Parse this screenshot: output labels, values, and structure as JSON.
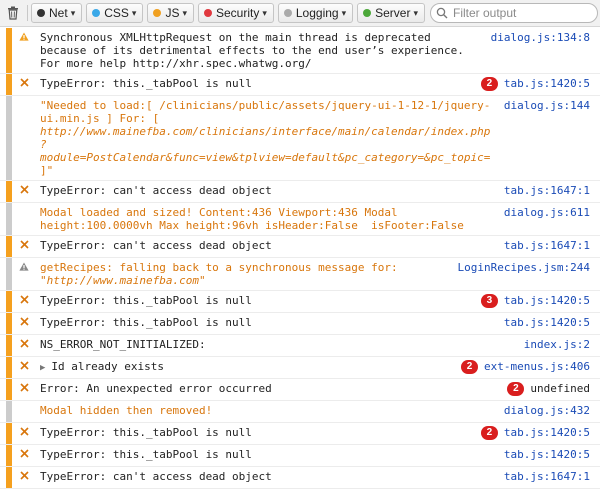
{
  "toolbar": {
    "filters": [
      {
        "label": "Net",
        "color": "#333333"
      },
      {
        "label": "CSS",
        "color": "#3aa8e8"
      },
      {
        "label": "JS",
        "color": "#f0a020"
      },
      {
        "label": "Security",
        "color": "#e0383e"
      },
      {
        "label": "Logging",
        "color": "#aaaaaa"
      },
      {
        "label": "Server",
        "color": "#4ca83a"
      }
    ],
    "search_placeholder": "Filter output"
  },
  "colors": {
    "error_stripe": "#f5a01e",
    "warning_stripe": "#cccccc",
    "orange_text": "#d8760c",
    "link_blue": "#1a4bb6",
    "badge_red": "#d91e1e"
  },
  "entries": [
    {
      "sev": "warn",
      "stripe": "orange",
      "style": "normal",
      "msg": "Synchronous XMLHttpRequest on the main thread is deprecated because of its detrimental effects to the end user’s experience. For more help http://xhr.spec.whatwg.org/",
      "count": "",
      "loc": "dialog.js:134:8"
    },
    {
      "sev": "error",
      "stripe": "orange",
      "style": "normal",
      "msg": "TypeError: this._tabPool is null",
      "count": "2",
      "loc": "tab.js:1420:5"
    },
    {
      "sev": "none",
      "stripe": "gray",
      "style": "orange",
      "msg": "\"Needed to load:[ /clinicians/public/assets/jquery-ui-1-12-1/jquery-ui.min.js ] For: [ ",
      "link": "http://www.mainefba.com/clinicians/interface/main/calendar/index.php?module=PostCalendar&func=view&tplview=default&pc_category=&pc_topic=",
      "msg_end": " ]\"",
      "count": "",
      "loc": "dialog.js:144"
    },
    {
      "sev": "error",
      "stripe": "orange",
      "style": "normal",
      "msg": "TypeError: can't access dead object",
      "count": "",
      "loc": "tab.js:1647:1"
    },
    {
      "sev": "none",
      "stripe": "gray",
      "style": "orange",
      "msg": "Modal loaded and sized! Content:436 Viewport:436 Modal height:100.0000vh Max height:96vh isHeader:False  isFooter:False",
      "count": "",
      "loc": "dialog.js:611"
    },
    {
      "sev": "error",
      "stripe": "orange",
      "style": "normal",
      "msg": "TypeError: can't access dead object",
      "count": "",
      "loc": "tab.js:1647:1"
    },
    {
      "sev": "warn-gray",
      "stripe": "gray",
      "style": "orange",
      "msg": "getRecipes: falling back to a synchronous message for: ",
      "link": "\"http://www.mainefba.com\"",
      "msg_end": "",
      "count": "",
      "loc": "LoginRecipes.jsm:244"
    },
    {
      "sev": "error",
      "stripe": "orange",
      "style": "normal",
      "msg": "TypeError: this._tabPool is null",
      "count": "3",
      "loc": "tab.js:1420:5"
    },
    {
      "sev": "error",
      "stripe": "orange",
      "style": "normal",
      "msg": "TypeError: this._tabPool is null",
      "count": "",
      "loc": "tab.js:1420:5"
    },
    {
      "sev": "error",
      "stripe": "orange",
      "style": "normal",
      "msg": "NS_ERROR_NOT_INITIALIZED:",
      "count": "",
      "loc": "index.js:2"
    },
    {
      "sev": "error",
      "stripe": "orange",
      "style": "twisty",
      "msg": "Id already exists",
      "count": "2",
      "loc": "ext-menus.js:406"
    },
    {
      "sev": "error",
      "stripe": "orange",
      "style": "normal",
      "msg": "Error: An unexpected error occurred",
      "count": "2",
      "loc": "undefined",
      "loc_plain": true
    },
    {
      "sev": "none",
      "stripe": "gray",
      "style": "orange",
      "msg": "Modal hidden then removed!",
      "count": "",
      "loc": "dialog.js:432"
    },
    {
      "sev": "error",
      "stripe": "orange",
      "style": "normal",
      "msg": "TypeError: this._tabPool is null",
      "count": "2",
      "loc": "tab.js:1420:5"
    },
    {
      "sev": "error",
      "stripe": "orange",
      "style": "normal",
      "msg": "TypeError: this._tabPool is null",
      "count": "",
      "loc": "tab.js:1420:5"
    },
    {
      "sev": "error",
      "stripe": "orange",
      "style": "normal",
      "msg": "TypeError: can't access dead object",
      "count": "",
      "loc": "tab.js:1647:1"
    }
  ]
}
